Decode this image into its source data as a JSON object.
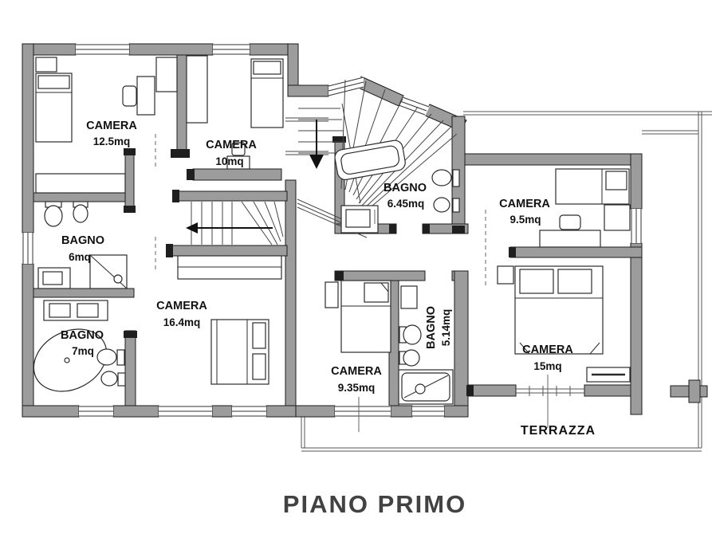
{
  "title": {
    "label": "PIANO PRIMO"
  },
  "colors": {
    "wall": "#9c9c9c",
    "outline": "#1c1c1c",
    "text": "#111111",
    "title_text": "#424242",
    "background": "#ffffff"
  },
  "icons": {
    "stairs_down_arrow": "down-arrow",
    "stairs_left_arrow": "left-arrow"
  },
  "rooms": [
    {
      "id": "camera-12-5",
      "name": "CAMERA",
      "area": "12.5mq"
    },
    {
      "id": "camera-10",
      "name": "CAMERA",
      "area": "10mq"
    },
    {
      "id": "bagno-6",
      "name": "BAGNO",
      "area": "6mq"
    },
    {
      "id": "bagno-7",
      "name": "BAGNO",
      "area": "7mq"
    },
    {
      "id": "camera-16-4",
      "name": "CAMERA",
      "area": "16.4mq"
    },
    {
      "id": "bagno-6-45",
      "name": "BAGNO",
      "area": "6.45mq"
    },
    {
      "id": "camera-9-5",
      "name": "CAMERA",
      "area": "9.5mq"
    },
    {
      "id": "bagno-5-14",
      "name": "BAGNO",
      "area": "5.14mq"
    },
    {
      "id": "camera-9-35",
      "name": "CAMERA",
      "area": "9.35mq"
    },
    {
      "id": "camera-15",
      "name": "CAMERA",
      "area": "15mq"
    },
    {
      "id": "terrazza",
      "name": "TERRAZZA",
      "area": ""
    }
  ]
}
